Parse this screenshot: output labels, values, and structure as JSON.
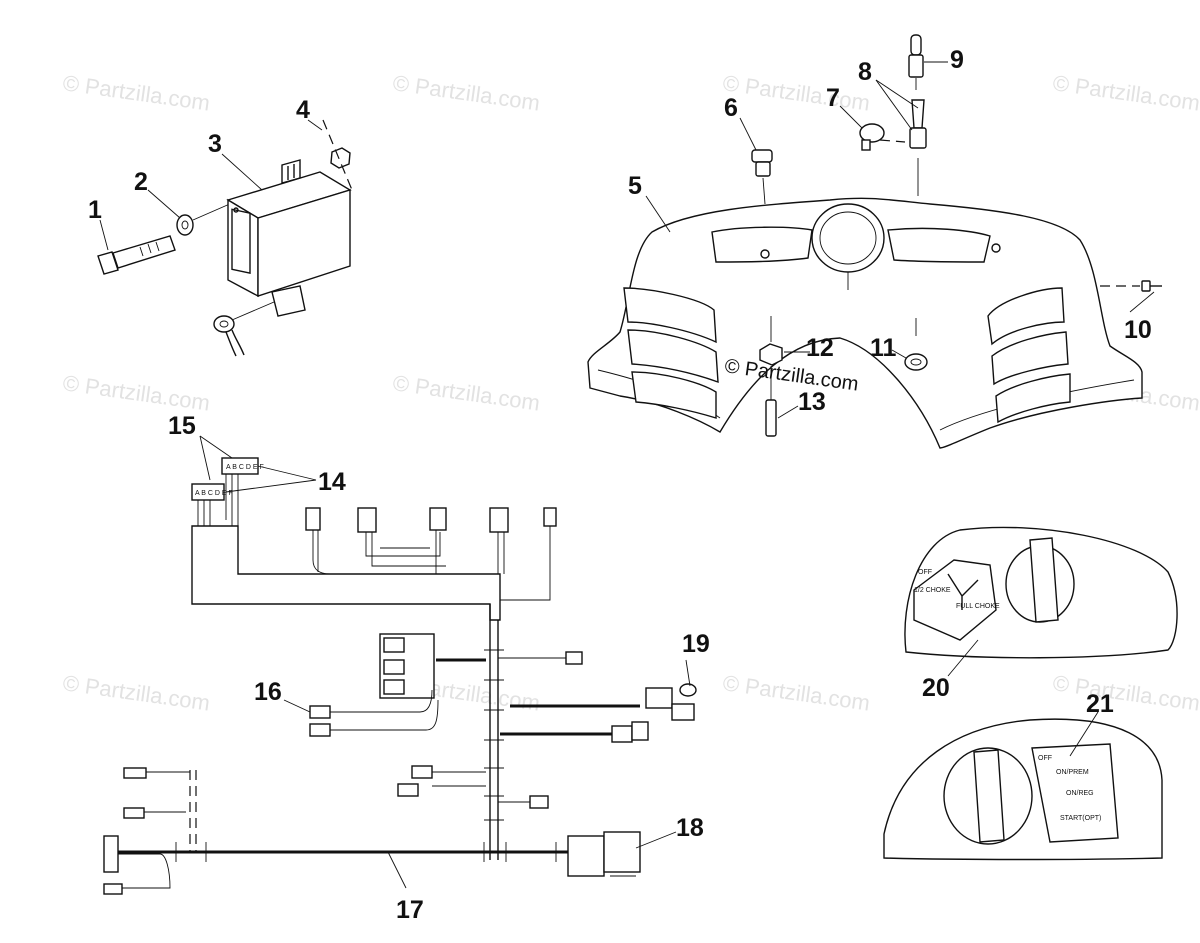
{
  "watermark": {
    "text": "© Partzilla.com",
    "overlay_text": "© Partzilla.com"
  },
  "callouts": [
    "1",
    "2",
    "3",
    "4",
    "5",
    "6",
    "7",
    "8",
    "9",
    "10",
    "11",
    "12",
    "13",
    "14",
    "15",
    "16",
    "17",
    "18",
    "19",
    "20",
    "21"
  ],
  "choke_panel": {
    "labels": [
      "OFF",
      "1/2 CHOKE",
      "FULL CHOKE"
    ]
  },
  "ignition_panel": {
    "labels": [
      "OFF",
      "ON/PREM",
      "ON/REG",
      "START(OPT)"
    ]
  },
  "connector_codes": {
    "upper": "A B C D E F",
    "lower": "A B C D E F"
  }
}
